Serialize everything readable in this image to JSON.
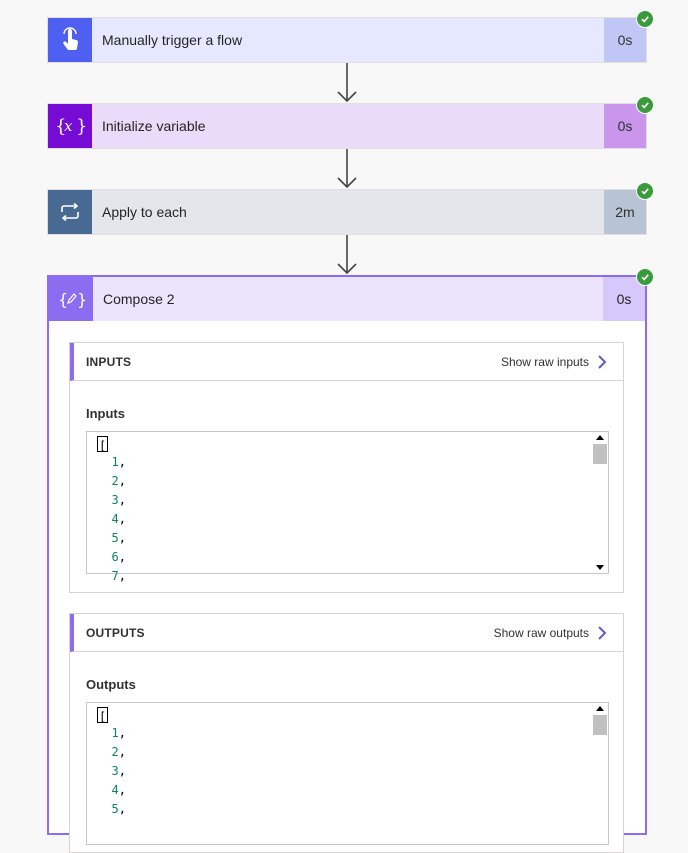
{
  "steps": [
    {
      "title": "Manually trigger a flow",
      "duration": "0s",
      "icon": "touch-hand-icon"
    },
    {
      "title": "Initialize variable",
      "duration": "0s",
      "icon": "variable-icon"
    },
    {
      "title": "Apply to each",
      "duration": "2m",
      "icon": "loop-icon"
    }
  ],
  "compose": {
    "title": "Compose 2",
    "duration": "0s",
    "icon": "compose-icon",
    "inputs": {
      "section_title": "INPUTS",
      "raw_link": "Show raw inputs",
      "field_label": "Inputs",
      "lines": [
        "[",
        "1,",
        "2,",
        "3,",
        "4,",
        "5,",
        "6,",
        "7,"
      ]
    },
    "outputs": {
      "section_title": "OUTPUTS",
      "raw_link": "Show raw outputs",
      "field_label": "Outputs",
      "lines": [
        "[",
        "1,",
        "2,",
        "3,",
        "4,",
        "5,"
      ]
    }
  },
  "colors": {
    "success": "#3a9b3d",
    "accent": "#8c6cf0",
    "link_chevron": "#5b5fc7"
  }
}
